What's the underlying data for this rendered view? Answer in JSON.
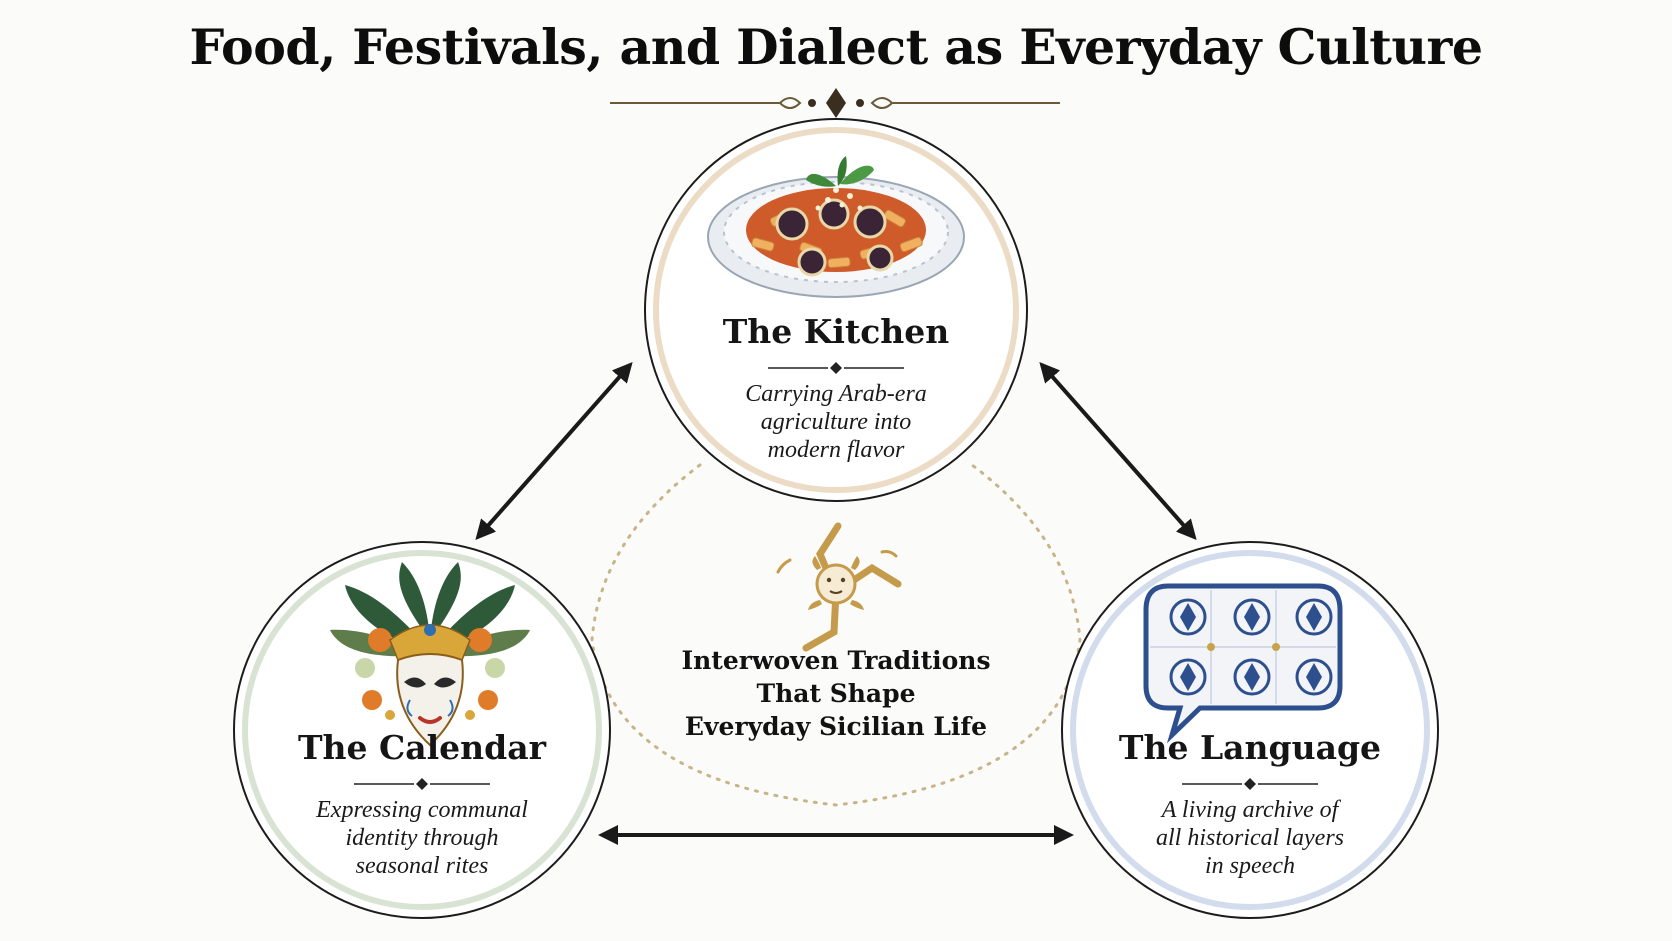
{
  "title": "Food, Festivals, and Dialect as Everyday Culture",
  "nodes": {
    "kitchen": {
      "title": "The Kitchen",
      "description_lines": [
        "Carrying Arab-era",
        "agriculture into",
        "modern flavor"
      ],
      "ring_color": "#ecdcc6"
    },
    "calendar": {
      "title": "The Calendar",
      "description_lines": [
        "Expressing communal",
        "identity through",
        "seasonal rites"
      ],
      "ring_color": "#d9e3d3"
    },
    "language": {
      "title": "The Language",
      "description_lines": [
        "A living archive of",
        "all historical layers",
        "in speech"
      ],
      "ring_color": "#d3dcec"
    }
  },
  "center": {
    "lines": [
      "Interwoven Traditions",
      "That Shape",
      "Everyday Sicilian Life"
    ],
    "icon": "trinacria-icon"
  },
  "icons": {
    "kitchen": "pasta-plate-icon",
    "calendar": "carnival-mask-icon",
    "language": "tiled-speech-bubble-icon"
  },
  "colors": {
    "arrow": "#1a1a1a",
    "dotted_arc": "#c9b48a",
    "gold": "#c59a4a",
    "tile_blue": "#2e4f8e"
  }
}
